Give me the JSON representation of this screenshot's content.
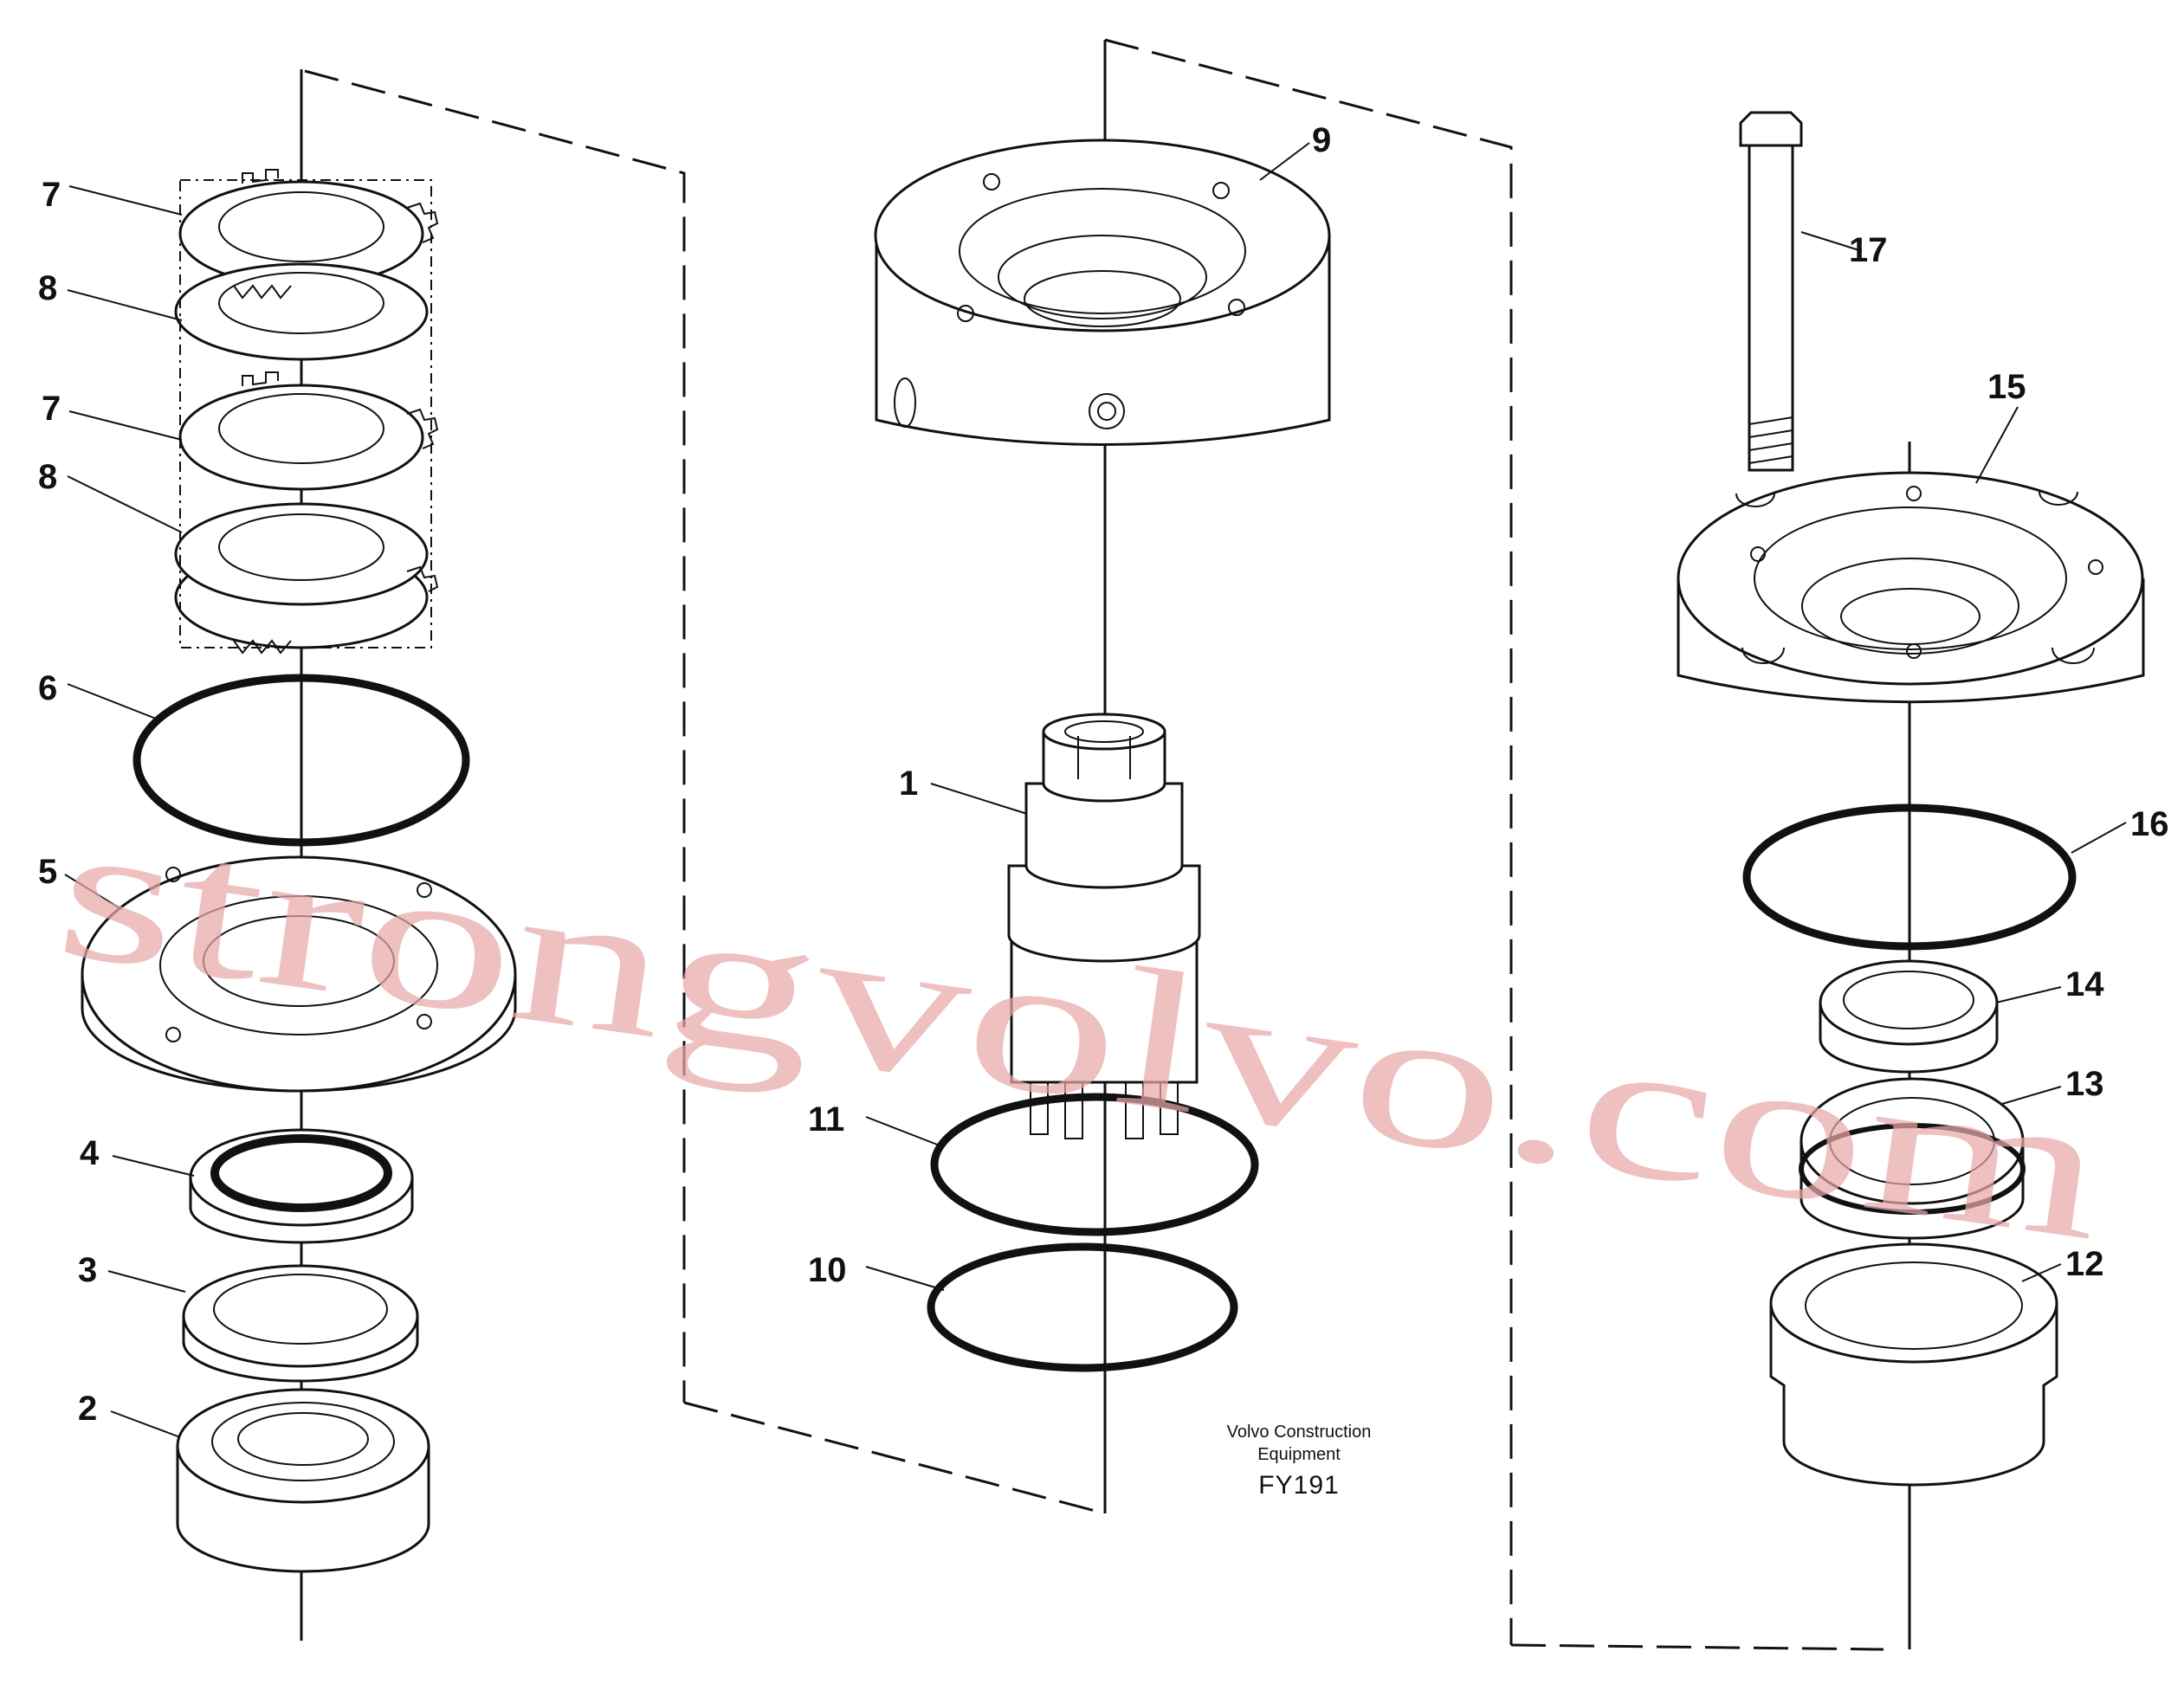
{
  "diagram": {
    "part_labels": [
      "1",
      "2",
      "3",
      "4",
      "5",
      "6",
      "7",
      "7",
      "8",
      "8",
      "9",
      "10",
      "11",
      "12",
      "13",
      "14",
      "15",
      "16",
      "17"
    ],
    "caption": {
      "line1": "Volvo Construction",
      "line2": "Equipment",
      "code": "FY191"
    },
    "watermark": "strongvolvo.com",
    "colors": {
      "line": "#111111",
      "watermark": "#e8a7a7",
      "background": "#ffffff"
    }
  }
}
